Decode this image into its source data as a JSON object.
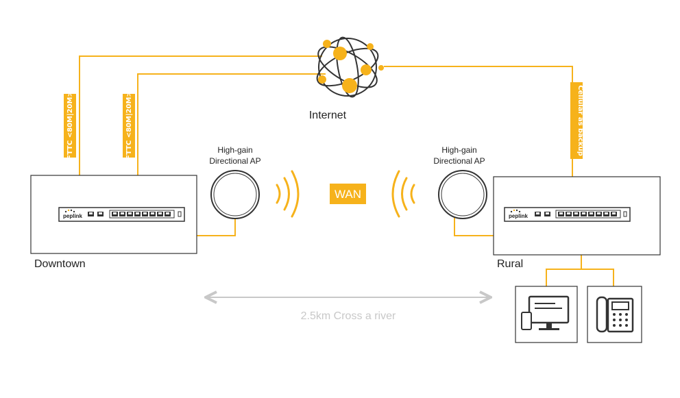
{
  "labels": {
    "internet": "Internet",
    "downtown": "Downtown",
    "rural": "Rural",
    "wan": "WAN",
    "distance": "2.5km Cross a river",
    "ap_left_line1": "High-gain",
    "ap_left_line2": "Directional AP",
    "ap_right_line1": "High-gain",
    "ap_right_line2": "Directional AP",
    "link1": "FTTC <80M|20M>",
    "link2": "FTTC <80M|20M>",
    "link3": "Cellular as backup",
    "brand_left": "peplink",
    "brand_right": "peplink"
  },
  "icons": {
    "globe": "internet-globe-icon",
    "antenna": "directional-antenna-icon",
    "router": "peplink-switch-icon",
    "computer": "computer-icon",
    "phone": "desk-phone-icon"
  },
  "colors": {
    "accent": "#f6b21b",
    "line": "#333333",
    "muted": "#c8c8c8"
  }
}
